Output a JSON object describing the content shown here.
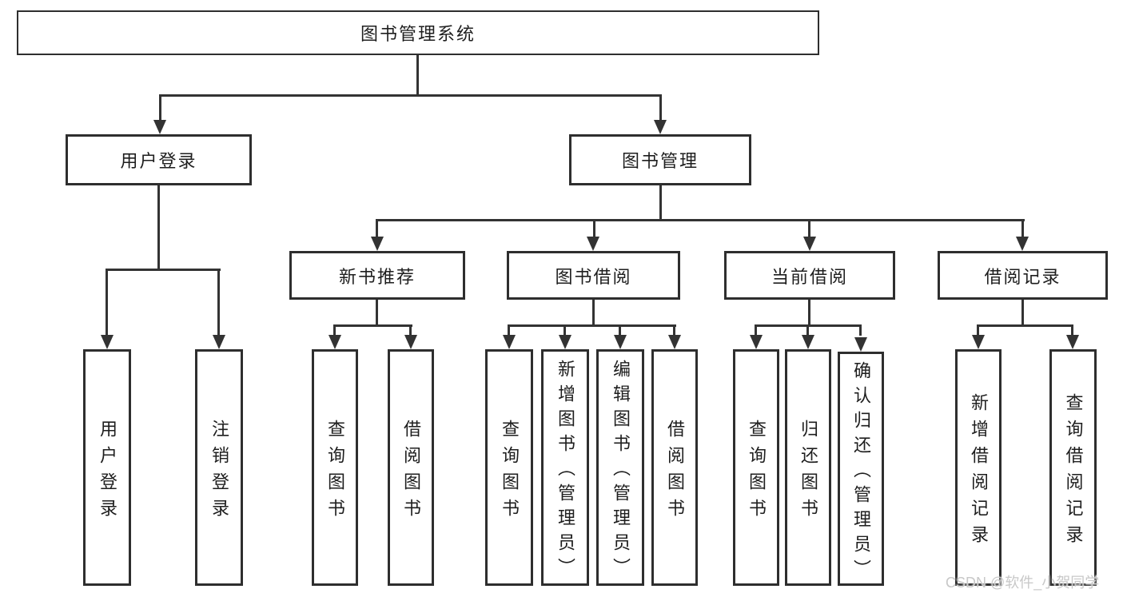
{
  "diagram_type": "hierarchy-tree",
  "colors": {
    "line": "#333333",
    "border": "#2e2e2e",
    "text": "#1e1e1e",
    "background": "#ffffff",
    "watermark": "#c8c8c8"
  },
  "tree": {
    "label": "图书管理系统",
    "children": [
      {
        "label": "用户登录",
        "children": [
          {
            "label": "用户登录"
          },
          {
            "label": "注销登录"
          }
        ]
      },
      {
        "label": "图书管理",
        "children": [
          {
            "label": "新书推荐",
            "children": [
              {
                "label": "查询图书"
              },
              {
                "label": "借阅图书"
              }
            ]
          },
          {
            "label": "图书借阅",
            "children": [
              {
                "label": "查询图书"
              },
              {
                "label": "新增图书（管理员）"
              },
              {
                "label": "编辑图书（管理员）"
              },
              {
                "label": "借阅图书"
              }
            ]
          },
          {
            "label": "当前借阅",
            "children": [
              {
                "label": "查询图书"
              },
              {
                "label": "归还图书"
              },
              {
                "label": "确认归还（管理员）"
              }
            ]
          },
          {
            "label": "借阅记录",
            "children": [
              {
                "label": "新增借阅记录"
              },
              {
                "label": "查询借阅记录"
              }
            ]
          }
        ]
      }
    ]
  },
  "watermark": "CSDN @软件_小贺同学"
}
